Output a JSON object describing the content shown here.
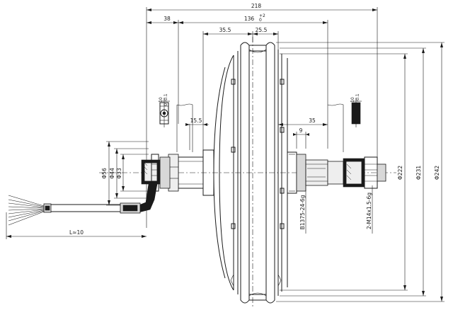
{
  "drawing": {
    "dimensions": {
      "overall_width": "218",
      "left_offset": "38",
      "center_width": "136",
      "center_tol_upper": "+2",
      "center_tol_lower": "0",
      "left_hub": "35.5",
      "right_hub": "25.5",
      "left_step": "15.5",
      "right_shaft": "35",
      "right_small": "9",
      "dia_56": "Φ56",
      "dia_44": "Φ44",
      "dia_33": "Φ33",
      "dia_222": "Φ222",
      "dia_231": "Φ231",
      "dia_242": "Φ242",
      "cable_length": "L≈10",
      "thread_left": "B1375-24-6g",
      "thread_right": "2-M14x1.5-6g",
      "flat_left": "10",
      "flat_left_tol": "0\n-0.1",
      "flat_right": "10",
      "flat_right_tol": "0\n-0.1"
    }
  }
}
